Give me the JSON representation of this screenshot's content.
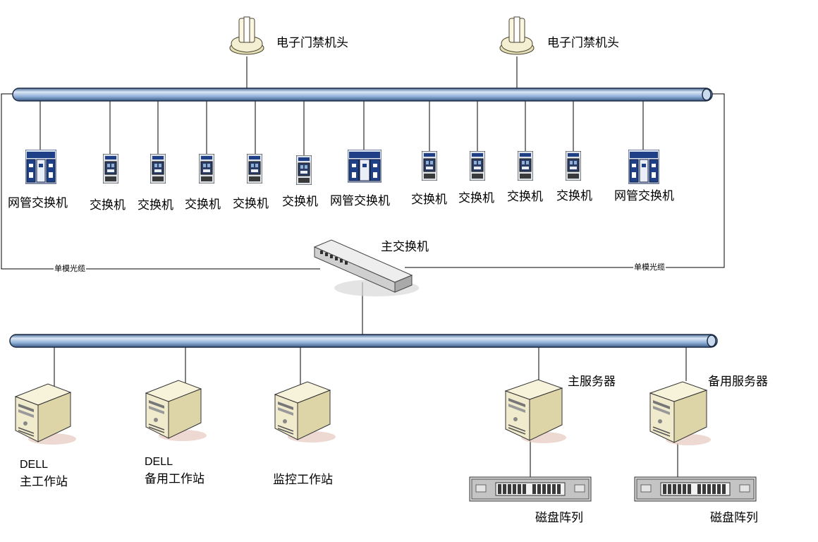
{
  "diagram": {
    "colors": {
      "bus_fill": "#8fb0d8",
      "bus_highlight": "#dbe7f5",
      "bus_border": "#1c2c44",
      "line": "#000000",
      "switch_panel": "#1f3f86",
      "pc_body": "#f1ebce"
    },
    "door_heads": [
      {
        "label": "电子门禁机头",
        "icon": "door-access-head-icon"
      },
      {
        "label": "电子门禁机头",
        "icon": "door-access-head-icon"
      }
    ],
    "switches": [
      {
        "label": "网管交换机",
        "kind": "managed"
      },
      {
        "label": "交换机",
        "kind": "plain"
      },
      {
        "label": "交换机",
        "kind": "plain"
      },
      {
        "label": "交换机",
        "kind": "plain"
      },
      {
        "label": "交换机",
        "kind": "plain"
      },
      {
        "label": "交换机",
        "kind": "plain"
      },
      {
        "label": "网管交换机",
        "kind": "managed"
      },
      {
        "label": "交换机",
        "kind": "plain"
      },
      {
        "label": "交换机",
        "kind": "plain"
      },
      {
        "label": "交换机",
        "kind": "plain"
      },
      {
        "label": "交换机",
        "kind": "plain"
      },
      {
        "label": "网管交换机",
        "kind": "managed"
      }
    ],
    "main_switch": {
      "label": "主交换机",
      "icon": "core-switch-icon"
    },
    "fiber": {
      "left_label": "单模光缆",
      "right_label": "单模光缆"
    },
    "workstations": [
      {
        "brand": "DELL",
        "label": "主工作站"
      },
      {
        "brand": "DELL",
        "label": "备用工作站"
      },
      {
        "brand": "",
        "label": "监控工作站"
      }
    ],
    "servers": [
      {
        "label": "主服务器"
      },
      {
        "label": "备用服务器"
      }
    ],
    "disk_arrays": [
      {
        "label": "磁盘阵列"
      },
      {
        "label": "磁盘阵列"
      }
    ]
  }
}
